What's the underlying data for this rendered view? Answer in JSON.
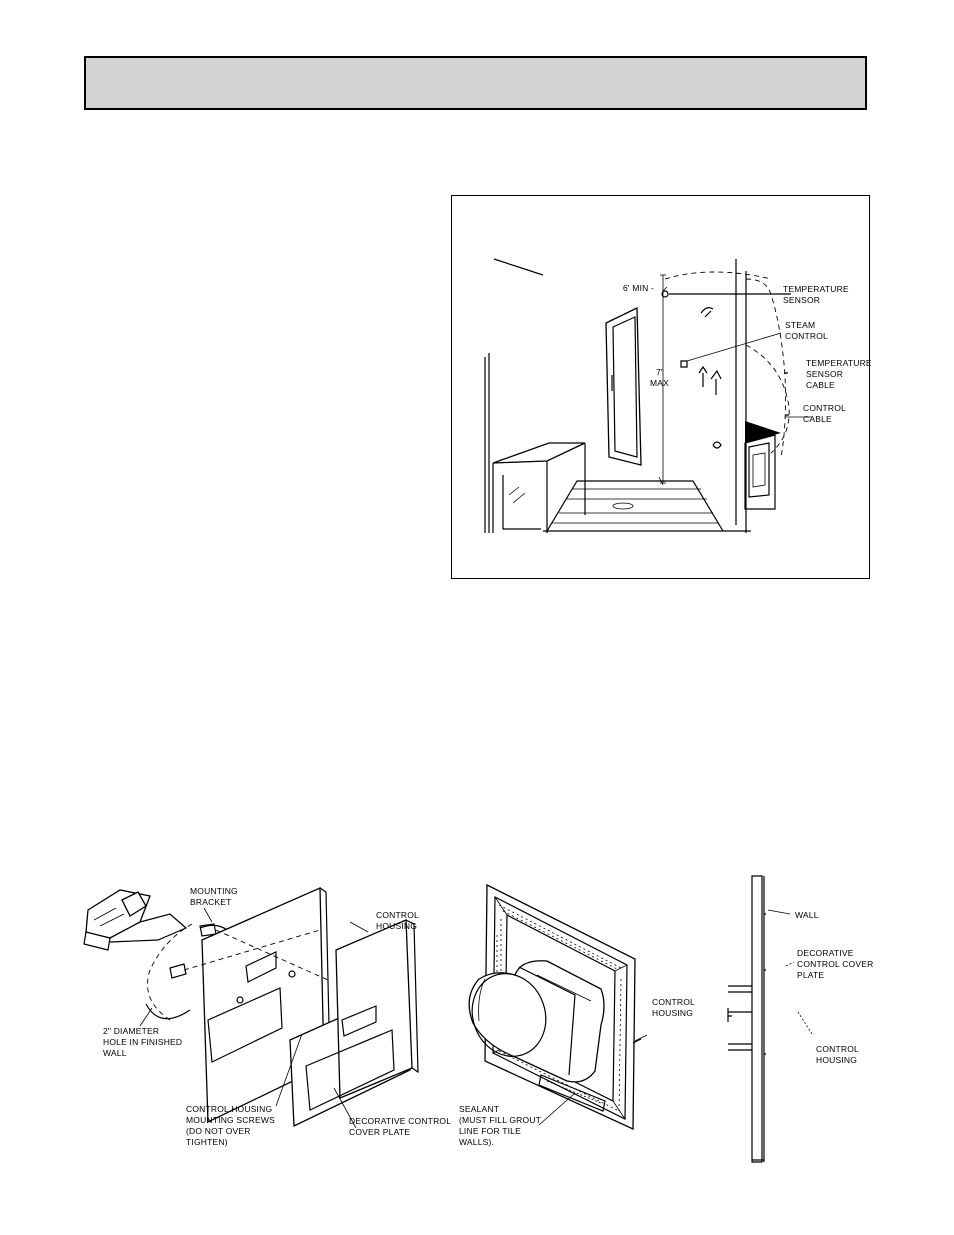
{
  "shower_figure": {
    "label_6_min": "6' MIN -",
    "label_7_max": "7'\nMAX",
    "label_temperature_sensor": "TEMPERATURE\nSENSOR",
    "label_steam_control": "STEAM\nCONTROL",
    "label_temperature_sensor_cable": "TEMPERATURE\nSENSOR\nCABLE",
    "label_control_cable": "CONTROL\nCABLE"
  },
  "exploded_figure": {
    "label_mounting_bracket": "MOUNTING\nBRACKET",
    "label_control_housing": "CONTROL\nHOUSING",
    "label_hole": "2\" DIAMETER\nHOLE IN FINISHED\nWALL",
    "label_screws": "CONTROL HOUSING\nMOUNTING SCREWS\n(DO NOT OVER\nTIGHTEN)",
    "label_cover_plate": "DECORATIVE CONTROL\nCOVER PLATE"
  },
  "rear_figure": {
    "label_control_housing": "CONTROL\nHOUSING",
    "label_sealant": "SEALANT\n(MUST FILL GROUT\nLINE FOR TILE\nWALLS)."
  },
  "side_figure": {
    "label_wall": "WALL",
    "label_cover_plate": "DECORATIVE\nCONTROL COVER\nPLATE",
    "label_control_housing": "CONTROL\nHOUSING"
  }
}
